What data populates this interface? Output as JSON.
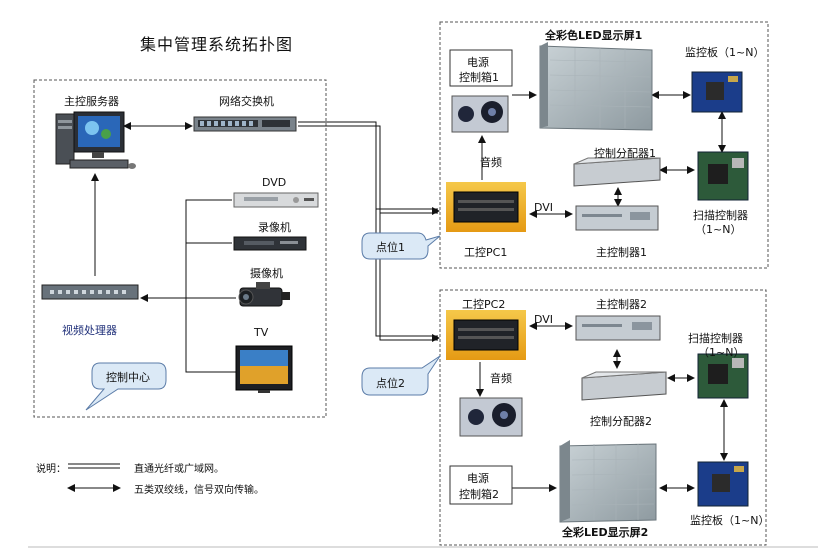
{
  "title": "集中管理系统拓扑图",
  "center": {
    "server": "主控服务器",
    "switch": "网络交换机",
    "dvd": "DVD",
    "vcr": "录像机",
    "camera": "摄像机",
    "tv": "TV",
    "video_processor": "视频处理器",
    "callout": "控制中心"
  },
  "site1": {
    "screen": "全彩色LED显示屏1",
    "power_line1": "电源",
    "power_line2": "控制箱1",
    "monitor_board": "监控板（1~N）",
    "audio": "音频",
    "distributor": "控制分配器1",
    "dvi": "DVI",
    "pc": "工控PC1",
    "master": "主控制器1",
    "scan_line1": "扫描控制器",
    "scan_line2": "（1~N）",
    "point": "点位1"
  },
  "site2": {
    "pc": "工控PC2",
    "dvi": "DVI",
    "master": "主控制器2",
    "scan_line1": "扫描控制器",
    "scan_line2": "（1~N）",
    "audio": "音频",
    "distributor": "控制分配器2",
    "power_line1": "电源",
    "power_line2": "控制箱2",
    "screen": "全彩LED显示屏2",
    "monitor_board": "监控板（1~N）",
    "point": "点位2"
  },
  "legend": {
    "prefix": "说明：",
    "fiber": "直通光纤或广域网。",
    "cable": "五类双绞线，信号双向传输。"
  }
}
